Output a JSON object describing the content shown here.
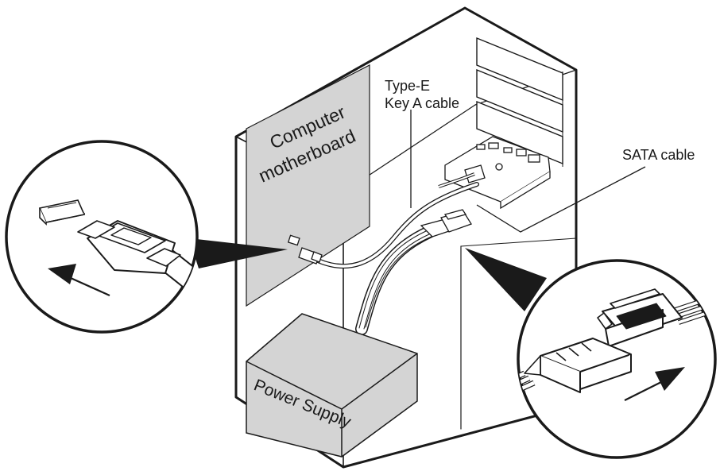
{
  "labels": {
    "motherboard_line1": "Computer",
    "motherboard_line2": "motherboard",
    "cable_line1": "Type-E",
    "cable_line2": "Key A cable",
    "sata": "SATA cable",
    "psu": "Power Supply"
  },
  "colors": {
    "line": "#1a1a1a",
    "panel_gray": "#d4d4d4",
    "white": "#ffffff"
  },
  "icons": {
    "left_arrow": "arrow-up-left-icon",
    "right_arrow": "arrow-up-right-icon"
  }
}
